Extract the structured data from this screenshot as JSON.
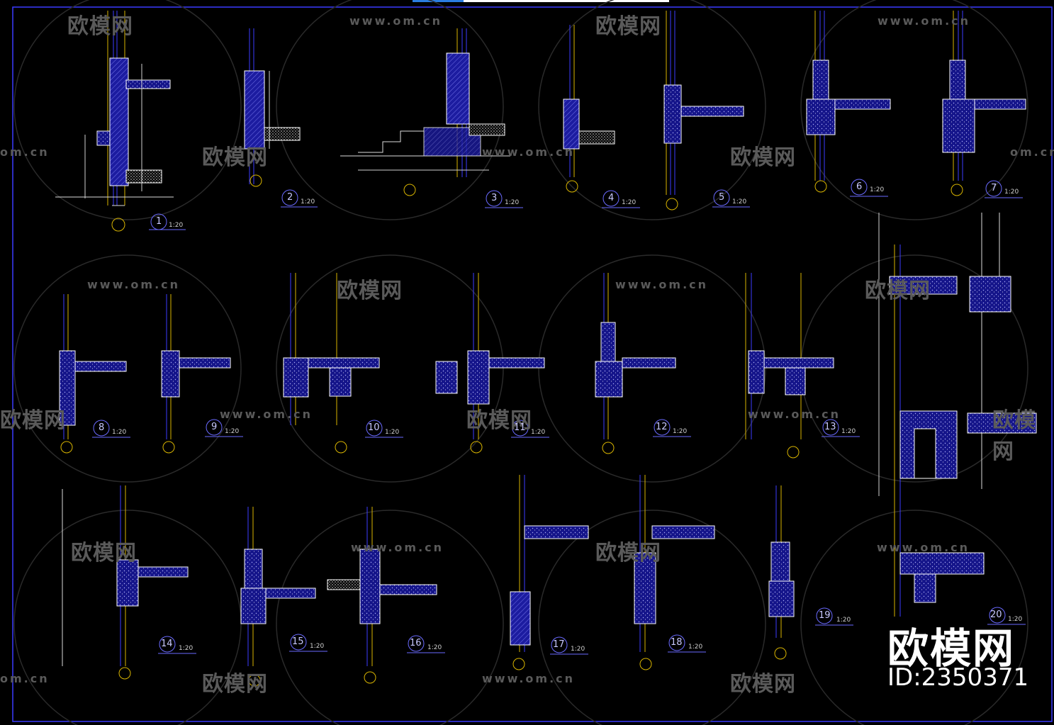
{
  "watermark": {
    "brand": "欧模网",
    "url": "www.om.cn",
    "url_short": "om.cn",
    "brand_partial": "欧模网"
  },
  "logo": {
    "brand": "欧模网",
    "id": "ID:2350371"
  },
  "scale_label": "1:20",
  "details": [
    {
      "num": "1"
    },
    {
      "num": "2"
    },
    {
      "num": "3"
    },
    {
      "num": "4"
    },
    {
      "num": "5"
    },
    {
      "num": "6"
    },
    {
      "num": "7"
    },
    {
      "num": "8"
    },
    {
      "num": "9"
    },
    {
      "num": "10"
    },
    {
      "num": "11"
    },
    {
      "num": "12"
    },
    {
      "num": "13"
    },
    {
      "num": "14"
    },
    {
      "num": "15"
    },
    {
      "num": "16"
    },
    {
      "num": "17"
    },
    {
      "num": "18"
    },
    {
      "num": "19"
    },
    {
      "num": "20"
    }
  ],
  "colors": {
    "background": "#000000",
    "wall_fill": "#1a1a9a",
    "hatch": "#ffffff",
    "line_blue": "#3b3bff",
    "line_yellow": "#d8b400",
    "line_white": "#dddddd",
    "dim_line": "#cfcfcf",
    "watermark": "#5a5a5a"
  }
}
